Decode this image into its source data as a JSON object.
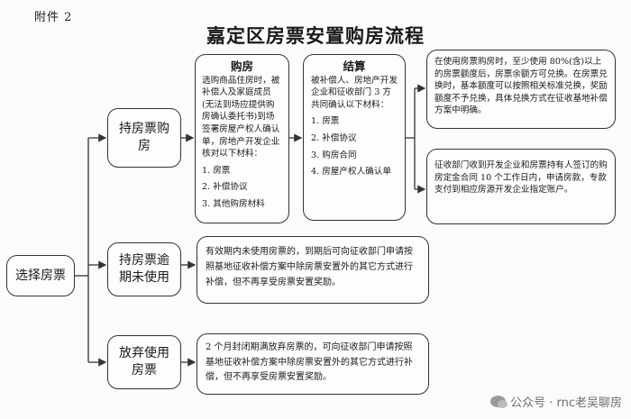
{
  "document": {
    "attachment_label": "附件 2",
    "title": "嘉定区房票安置购房流程"
  },
  "nodes": {
    "root": "选择房票",
    "branch_hold_purchase": "持房票购房",
    "branch_hold_expired": "持房票逾期未使用",
    "branch_abandon": "放弃使用房票"
  },
  "purchase": {
    "heading": "购房",
    "description": "选购商品住房时，被补偿人及家庭成员(无法到场应提供购房确认委托书)到场签署房屋产权人确认单，房地产开发企业核对以下材料：",
    "materials": [
      "1. 房票",
      "2. 补偿协议",
      "3. 其他购房材料"
    ]
  },
  "settlement": {
    "heading": "结算",
    "description": "被补偿人、房地产开发企业和征收部门 3 方共同确认以下材料：",
    "materials": [
      "1. 房票",
      "2. 补偿协议",
      "3. 购房合同",
      "4. 房屋产权人确认单"
    ]
  },
  "notes": {
    "usage_rule": "在使用房票购房时，至少使用 80%(含)以上的房票额度后，房票余额方可兑换。在房票兑换时，基本额度可以按照相关标准兑换，奖励额度不予兑换，具体兑换方式在征收基地补偿方案中明确。",
    "payment_rule": "征收部门收到开发企业和房票持有人签订的购房定金合同 10 个工作日内，申请房款，专款支付到相应房源开发企业指定账户。",
    "expired_rule": "有效期内未使用房票的，到期后可向征收部门申请按照基地征收补偿方案中除房票安置外的其它方式进行补偿，但不再享受房票安置奖励。",
    "abandon_rule": "2 个月封闭期满放弃房票的，可向征收部门申请按照基地征收补偿方案中除房票安置外的其它方式进行补偿，但不再享受房票安置奖励。"
  },
  "watermark": {
    "text": "公众号 · rnc老吴聊房"
  },
  "icons": {
    "watermark": "wechat-icon"
  }
}
